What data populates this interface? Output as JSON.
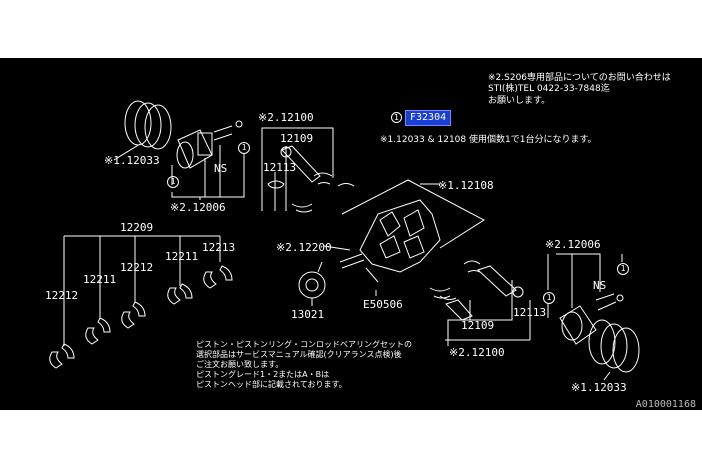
{
  "header_notes": {
    "line1": "※2.S206専用部品についてのお問い合わせは",
    "line2": "STI(株)TEL 0422-33-7848迄",
    "line3": "お願いします。",
    "usage_note": "※1.12033 & 12108 使用個数1で1台分になります。"
  },
  "reference": {
    "circle": "1",
    "code": "F32304"
  },
  "labels": {
    "tl_ring": "※1.12033",
    "tl_piston": "※2.12006",
    "tl_circle1": "1",
    "tl_circle2": "1",
    "tl_ns": "NS",
    "rod_top_group": "※2.12100",
    "rod_top_12109": "12109",
    "rod_top_12113": "12113",
    "crank_bearing": "※1.12108",
    "crank_assy": "※2.12200",
    "pulley": "13021",
    "bolt": "E50506",
    "bearing_group": "12209",
    "bearing_12211a": "12211",
    "bearing_12211b": "12211",
    "bearing_12212a": "12212",
    "bearing_12212b": "12212",
    "bearing_12213": "12213",
    "r_piston": "※2.12006",
    "r_circle1": "1",
    "r_circle2": "1",
    "r_ns": "NS",
    "r_ring": "※1.12033",
    "rod_bot_12109": "12109",
    "rod_bot_12113": "12113",
    "rod_bot_group": "※2.12100"
  },
  "bottom_note": {
    "line1": "ピストン・ピストンリング・コンロッドベアリングセットの",
    "line2": "選択部品はサービスマニュアル確認(クリアランス点検)後",
    "line3": "ご注文お願い致します。",
    "line4": "ピストングレード1・2またはA・Bは",
    "line5": "ピストンヘッド部に記載されております。"
  },
  "footer_code": "A010001168",
  "colors": {
    "background": "#000000",
    "line": "#ffffff",
    "badge": "#1a3fd6"
  }
}
